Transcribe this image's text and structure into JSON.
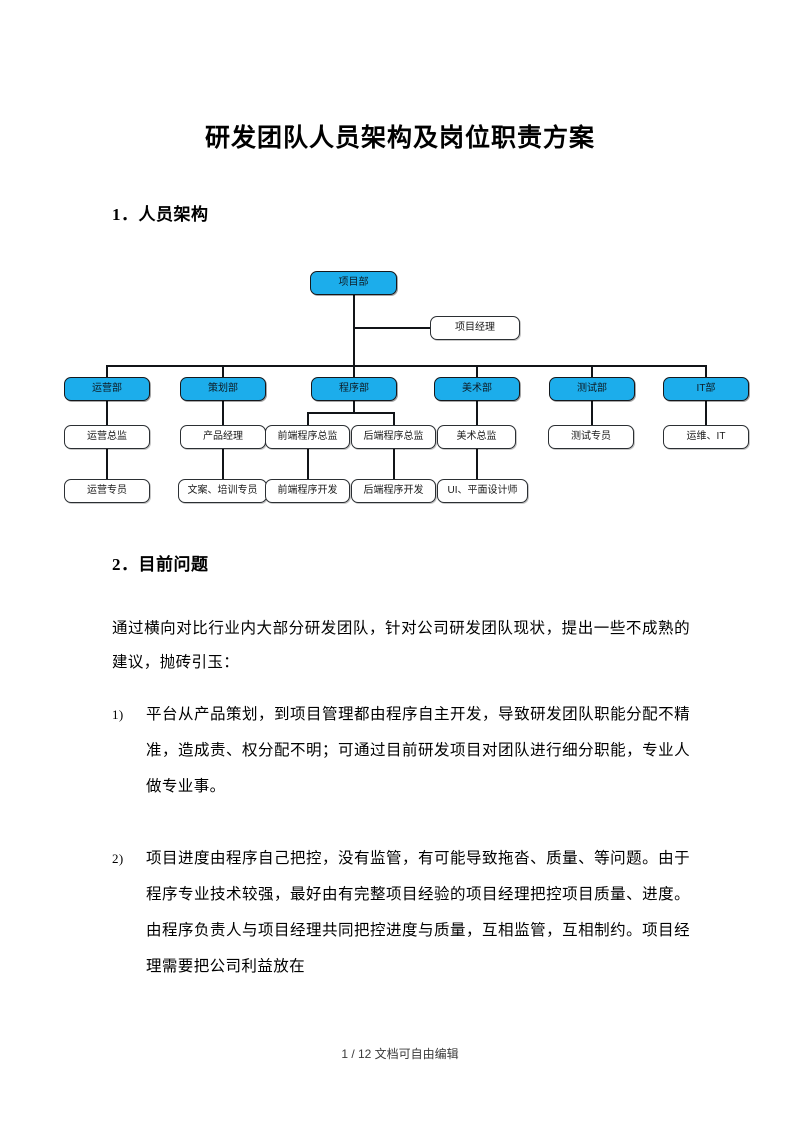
{
  "document": {
    "title": "研发团队人员架构及岗位职责方案"
  },
  "sections": [
    {
      "number": "1.",
      "heading": "1．人员架构"
    },
    {
      "number": "2.",
      "heading": "2．目前问题"
    }
  ],
  "org_chart": {
    "root": {
      "label": "项目部",
      "style": "blue"
    },
    "staff": {
      "label": "项目经理",
      "style": "plain"
    },
    "departments": [
      {
        "label": "运营部",
        "children": [
          {
            "label": "运营总监",
            "children": [
              {
                "label": "运营专员"
              }
            ]
          }
        ]
      },
      {
        "label": "策划部",
        "children": [
          {
            "label": "产品经理",
            "children": [
              {
                "label": "文案、培训专员"
              }
            ]
          }
        ]
      },
      {
        "label": "程序部",
        "children": [
          {
            "label": "前端程序总监",
            "children": [
              {
                "label": "前端程序开发"
              }
            ]
          },
          {
            "label": "后端程序总监",
            "children": [
              {
                "label": "后端程序开发"
              }
            ]
          }
        ]
      },
      {
        "label": "美术部",
        "children": [
          {
            "label": "美术总监",
            "children": [
              {
                "label": "UI、平面设计师"
              }
            ]
          }
        ]
      },
      {
        "label": "测试部",
        "children": [
          {
            "label": "测试专员",
            "children": []
          }
        ]
      },
      {
        "label": "IT部",
        "children": [
          {
            "label": "运维、IT",
            "children": []
          }
        ]
      }
    ],
    "nodes": {
      "root": "项目部",
      "manager": "项目经理",
      "dept_1": "运营部",
      "dept_2": "策划部",
      "dept_3": "程序部",
      "dept_4": "美术部",
      "dept_5": "测试部",
      "dept_6": "IT部",
      "lvl2_1": "运营总监",
      "lvl2_2": "产品经理",
      "lvl2_3a": "前端程序总监",
      "lvl2_3b": "后端程序总监",
      "lvl2_4": "美术总监",
      "lvl2_5": "测试专员",
      "lvl2_6": "运维、IT",
      "lvl3_1": "运营专员",
      "lvl3_2": "文案、培训专员",
      "lvl3_3a": "前端程序开发",
      "lvl3_3b": "后端程序开发",
      "lvl3_4": "UI、平面设计师"
    },
    "colors": {
      "node_blue": "#1CADEB",
      "node_border": "#15181c",
      "plain_border": "#2b2f33",
      "line": "#111418"
    }
  },
  "body": {
    "intro": "通过横向对比行业内大部分研发团队，针对公司研发团队现状，提出一些不成熟的建议，抛砖引玉：",
    "items": [
      {
        "marker": "1)",
        "text": "平台从产品策划，到项目管理都由程序自主开发，导致研发团队职能分配不精准，造成责、权分配不明；可通过目前研发项目对团队进行细分职能，专业人做专业事。"
      },
      {
        "marker": "2)",
        "text": "项目进度由程序自己把控，没有监管，有可能导致拖沓、质量、等问题。由于程序专业技术较强，最好由有完整项目经验的项目经理把控项目质量、进度。由程序负责人与项目经理共同把控进度与质量，互相监管，互相制约。项目经理需要把公司利益放在"
      }
    ]
  },
  "footer": {
    "text": "1 / 12 文档可自由编辑"
  }
}
